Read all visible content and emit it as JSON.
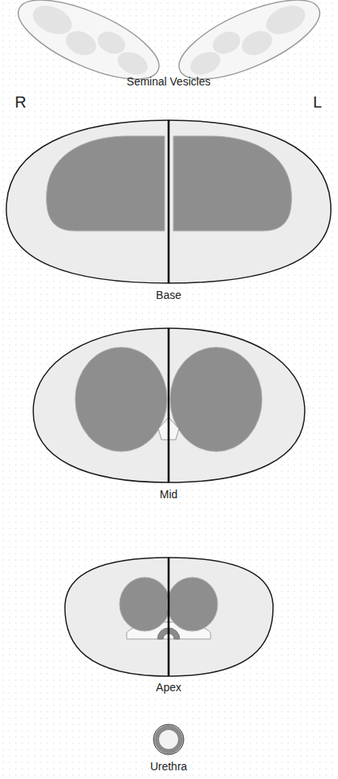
{
  "diagram": {
    "labels": [
      "Seminal Vesicles",
      "R",
      "L",
      "Base",
      "Mid",
      "Apex",
      "Urethra"
    ]
  }
}
